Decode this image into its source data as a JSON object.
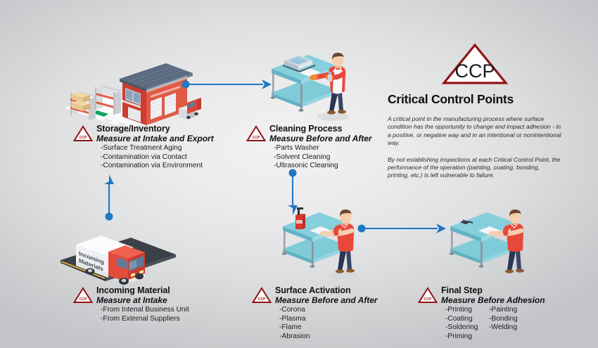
{
  "theme": {
    "accent_blue": "#1f78c1",
    "ccp_red": "#8f1515",
    "table_teal": "#6ec6d4",
    "shirt_red": "#e8483a",
    "bg_light": "#f2f2f3",
    "bg_gray": "#c2c4c7"
  },
  "ccp_panel": {
    "icon": "ccp-warning-triangle",
    "icon_label": "CCP",
    "heading": "Critical Control Points",
    "paragraph_1": "A critical point in the manufacturing process where surface condition has the opportunity to change and impact adhesion - in a positive, or negative way and in an intentional or nonintentional way.",
    "paragraph_2": "By not establishing inspections at each Critical Control Point, the performance of the operation (painting, coating, bonding, printing, etc.) is left vulnerable to failure."
  },
  "steps": [
    {
      "id": "incoming-material",
      "badge": "CCP",
      "title": "Incoming Material",
      "subtitle": "Measure at Intake",
      "items": [
        "-From Intenal Business Unit",
        "-From External Suppliers"
      ],
      "illustration": "delivery-truck",
      "truck_label": "Incoming Materials"
    },
    {
      "id": "storage-inventory",
      "badge": "CCP",
      "title": "Storage/Inventory",
      "subtitle": "Measure at Intake and Export",
      "items": [
        "-Surface Treatment Aging",
        "-Contamination via Contact",
        "-Contamination via Environment"
      ],
      "illustration": "warehouse-building"
    },
    {
      "id": "cleaning-process",
      "badge": "CCP",
      "title": "Cleaning Process",
      "subtitle": "Measure Before and After",
      "items": [
        "-Parts Washer",
        "-Solvent Cleaning",
        "-Ultrasonic Cleaning"
      ],
      "illustration": "worker-cleaning-station"
    },
    {
      "id": "surface-activation",
      "badge": "CCP",
      "title": "Surface Activation",
      "subtitle": "Measure Before and After",
      "items": [
        "-Corona",
        "-Plasma",
        "-Flame",
        "-Abrasion"
      ],
      "illustration": "worker-activation-station"
    },
    {
      "id": "final-step",
      "badge": "CCP",
      "title": "Final Step",
      "subtitle": "Measure Before Adhesion",
      "items_col1": [
        "-Printing",
        "-Coating",
        "-Soldering",
        "-Priming"
      ],
      "items_col2": [
        "-Painting",
        "-Bonding",
        "-Welding"
      ],
      "illustration": "worker-final-station"
    }
  ],
  "connectors": [
    {
      "id": "incoming-to-storage",
      "direction": "up"
    },
    {
      "id": "storage-to-cleaning",
      "direction": "right"
    },
    {
      "id": "cleaning-to-activation",
      "direction": "down"
    },
    {
      "id": "activation-to-final",
      "direction": "right"
    }
  ]
}
